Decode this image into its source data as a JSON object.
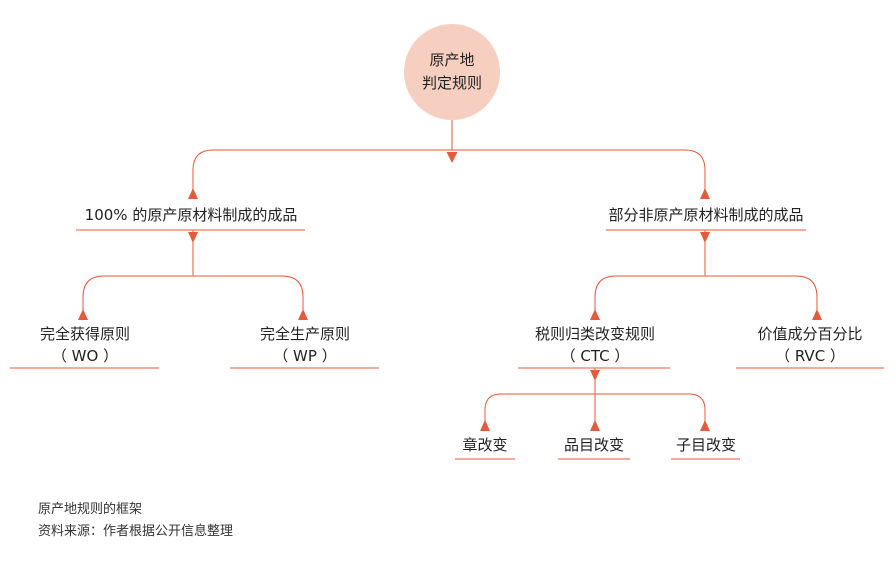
{
  "colors": {
    "accent": "#e55a3c",
    "root_fill": "#f7cfc1",
    "text": "#222222"
  },
  "root": {
    "line1": "原产地",
    "line2": "判定规则"
  },
  "level1": {
    "left": "100% 的原产原材料制成的成品",
    "right": "部分非原产原材料制成的成品"
  },
  "level2": {
    "wo": {
      "line1": "完全获得原则",
      "line2": "（ WO ）"
    },
    "wp": {
      "line1": "完全生产原则",
      "line2": "（ WP ）"
    },
    "ctc": {
      "line1": "税则归类改变规则",
      "line2": "（ CTC ）"
    },
    "rvc": {
      "line1": "价值成分百分比",
      "line2": "（ RVC ）"
    }
  },
  "level3": {
    "chapter": "章改变",
    "heading": "品目改变",
    "subheading": "子目改变"
  },
  "caption": {
    "title": "原产地规则的框架",
    "source": "资料来源：作者根据公开信息整理"
  }
}
